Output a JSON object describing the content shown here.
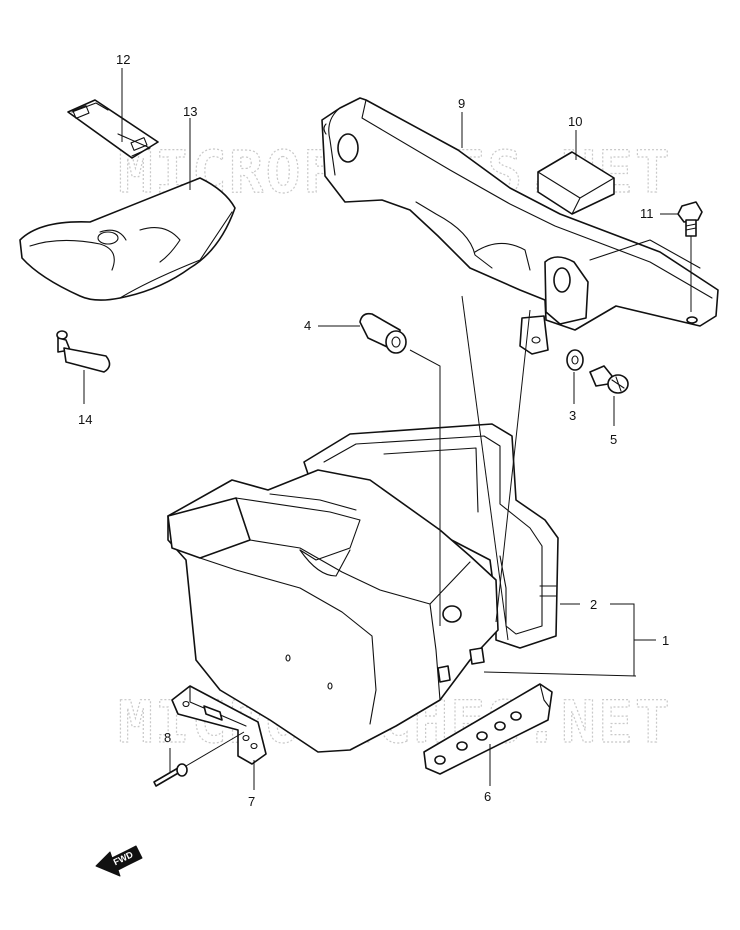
{
  "watermark": {
    "top_text": "MICROFICHES.NET",
    "bottom_text": "MICROFICHES.NET"
  },
  "callouts": {
    "c1": "1",
    "c2": "2",
    "c3": "3",
    "c4": "4",
    "c5": "5",
    "c6": "6",
    "c7": "7",
    "c8": "8",
    "c9": "9",
    "c10": "10",
    "c11": "11",
    "c12": "12",
    "c13": "13",
    "c14": "14"
  },
  "fwd_label": "FWD",
  "colors": {
    "line": "#111111",
    "background": "#ffffff",
    "watermark": "#c9c9c9"
  }
}
